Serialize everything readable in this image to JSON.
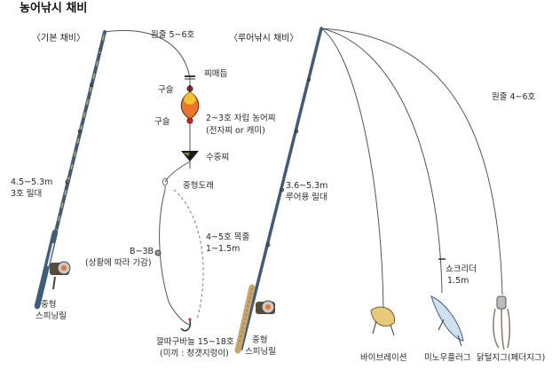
{
  "title": "농어낚시 채비",
  "basic": {
    "heading": "〈기본 채비〉",
    "main_line": "원줄 5~6호",
    "float_stop": "찌매듭",
    "bead_upper": "구슬",
    "bead_lower": "구슬",
    "float_line1": "2~3호 자립 농어찌",
    "float_line2": "(전자찌 or 캐미)",
    "sinker": "수중찌",
    "swivel": "중형도래",
    "rod_line1": "4.5~5.3m",
    "rod_line2": "3호 릴대",
    "leader_line1": "4~5호 목줄",
    "leader_line2": "1~1.5m",
    "split_shot_line1": "B~3B",
    "split_shot_line2": "(상황에 따라 가감)",
    "reel_line1": "중형",
    "reel_line2": "스피닝릴",
    "hook_line1": "깔따구바늘 15~18호",
    "hook_line2": "(미끼 : 청갯지렁이)"
  },
  "lure": {
    "heading": "〈루어낚시 채비〉",
    "main_line": "원줄 4~6호",
    "rod_line1": "3.6~5.3m",
    "rod_line2": "루어용 릴대",
    "shock_leader_line1": "쇼크리더",
    "shock_leader_line2": "1.5m",
    "reel_line1": "중형",
    "reel_line2": "스피닝릴",
    "vibration": "바이브레이션",
    "minnow": "미노우플러그",
    "jig": "닭털지그(페더지그)"
  },
  "colors": {
    "rod_blue": "#3f5d7a",
    "rod_tan": "#c8a56a",
    "float_orange": "#e9742a",
    "float_yellow": "#f3c430",
    "line": "#555555"
  }
}
